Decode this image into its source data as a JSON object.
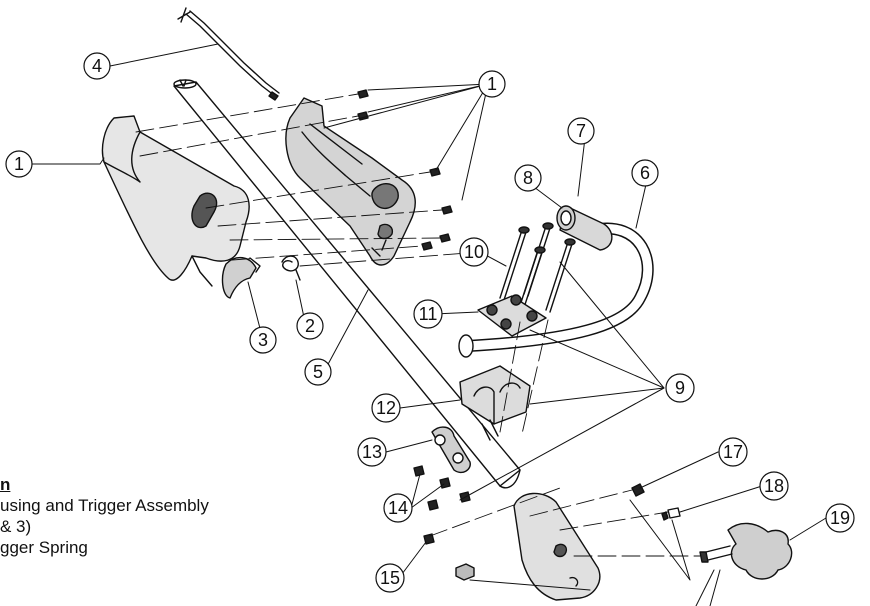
{
  "callouts": [
    {
      "id": "callout-1-left",
      "number": "1"
    },
    {
      "id": "callout-1-right",
      "number": "1"
    },
    {
      "id": "callout-2",
      "number": "2"
    },
    {
      "id": "callout-3",
      "number": "3"
    },
    {
      "id": "callout-4",
      "number": "4"
    },
    {
      "id": "callout-5",
      "number": "5"
    },
    {
      "id": "callout-6",
      "number": "6"
    },
    {
      "id": "callout-7",
      "number": "7"
    },
    {
      "id": "callout-8",
      "number": "8"
    },
    {
      "id": "callout-9",
      "number": "9"
    },
    {
      "id": "callout-10",
      "number": "10"
    },
    {
      "id": "callout-11",
      "number": "11"
    },
    {
      "id": "callout-12",
      "number": "12"
    },
    {
      "id": "callout-13",
      "number": "13"
    },
    {
      "id": "callout-14",
      "number": "14"
    },
    {
      "id": "callout-15",
      "number": "15"
    },
    {
      "id": "callout-17",
      "number": "17"
    },
    {
      "id": "callout-18",
      "number": "18"
    },
    {
      "id": "callout-19",
      "number": "19"
    }
  ],
  "legend": {
    "title": "n",
    "lines": [
      "using and Trigger Assembly",
      "& 3)",
      "gger Spring"
    ]
  }
}
